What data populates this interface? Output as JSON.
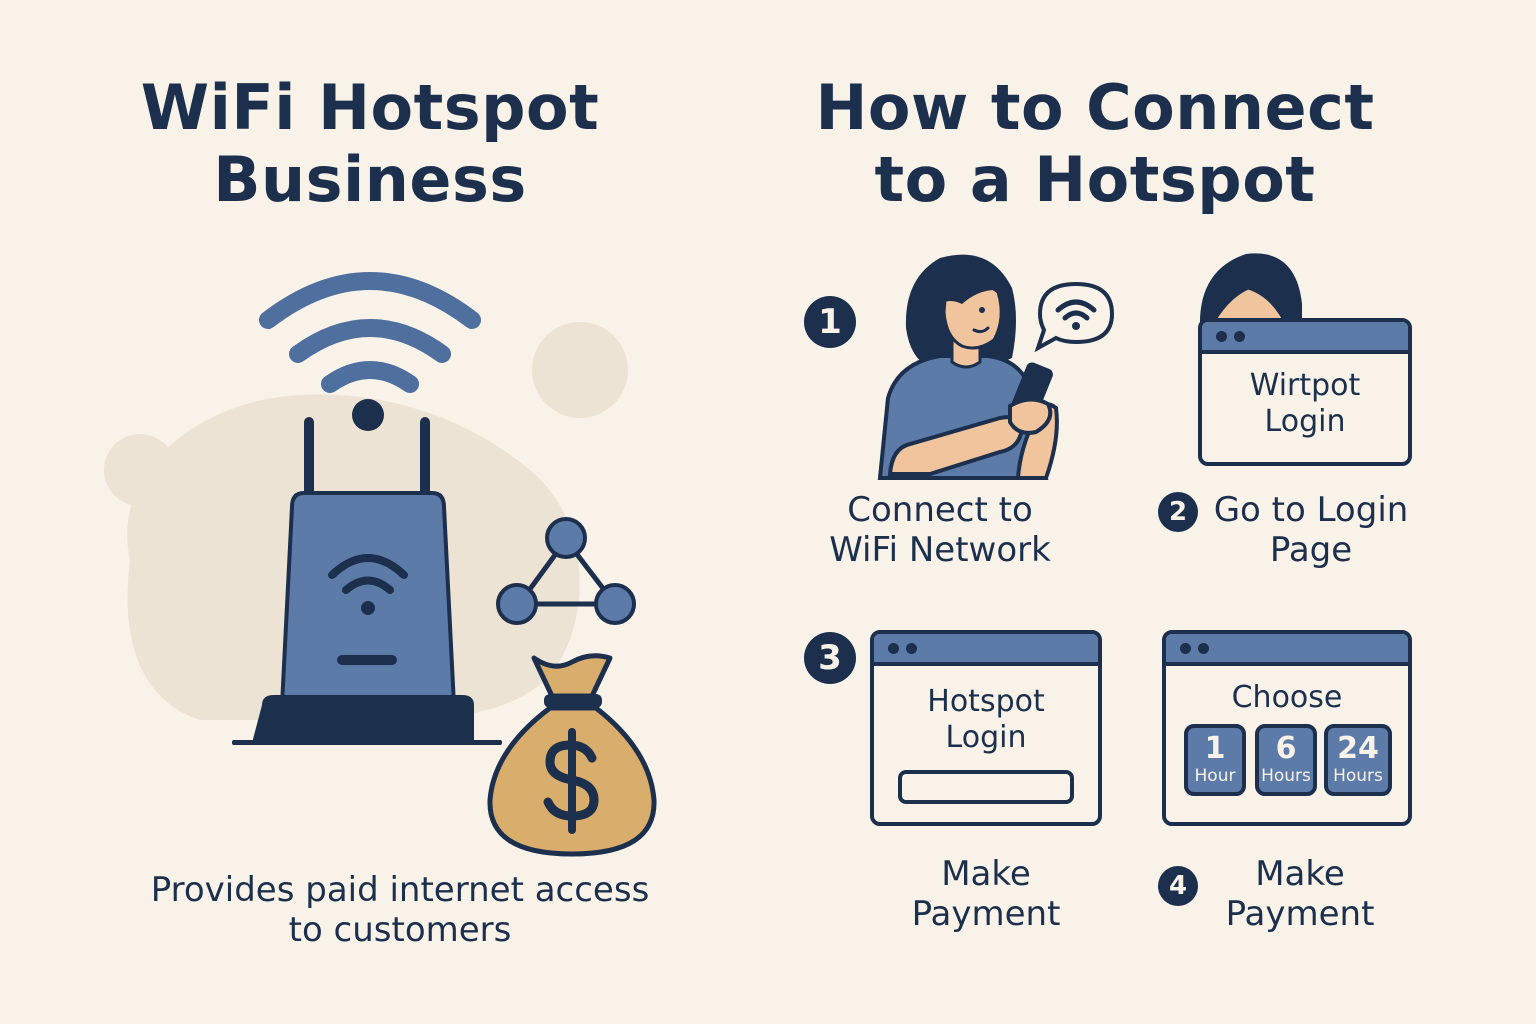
{
  "left": {
    "title_line1": "WiFi Hotspot",
    "title_line2": "Business",
    "caption_line1": "Provides paid internet access",
    "caption_line2": "to customers",
    "icons": [
      "wifi-signal-icon",
      "router-icon",
      "network-nodes-icon",
      "money-bag-icon"
    ]
  },
  "right": {
    "title_line1": "How to Connect",
    "title_line2": "to a Hotspot",
    "steps": [
      {
        "number": "1",
        "label_line1": "Connect to",
        "label_line2": "WiFi Network"
      },
      {
        "number": "2",
        "label_line1": "Go to Login",
        "label_line2": "Page",
        "screen_line1": "Wirtpot",
        "screen_line2": "Login"
      },
      {
        "number": "3",
        "label_line1": "Make",
        "label_line2": "Payment",
        "screen_line1": "Hotspot",
        "screen_line2": "Login"
      },
      {
        "number": "4",
        "label_line1": "Make",
        "label_line2": "Payment",
        "screen_title": "Choose",
        "plans": [
          {
            "value": "1",
            "unit": "Hour"
          },
          {
            "value": "6",
            "unit": "Hours"
          },
          {
            "value": "24",
            "unit": "Hours"
          }
        ]
      }
    ]
  },
  "colors": {
    "background": "#f8f2e9",
    "navy": "#1c2f4d",
    "steel_blue": "#5d7ba8",
    "money_tan": "#d9ad6c",
    "skin": "#f0c49c"
  }
}
